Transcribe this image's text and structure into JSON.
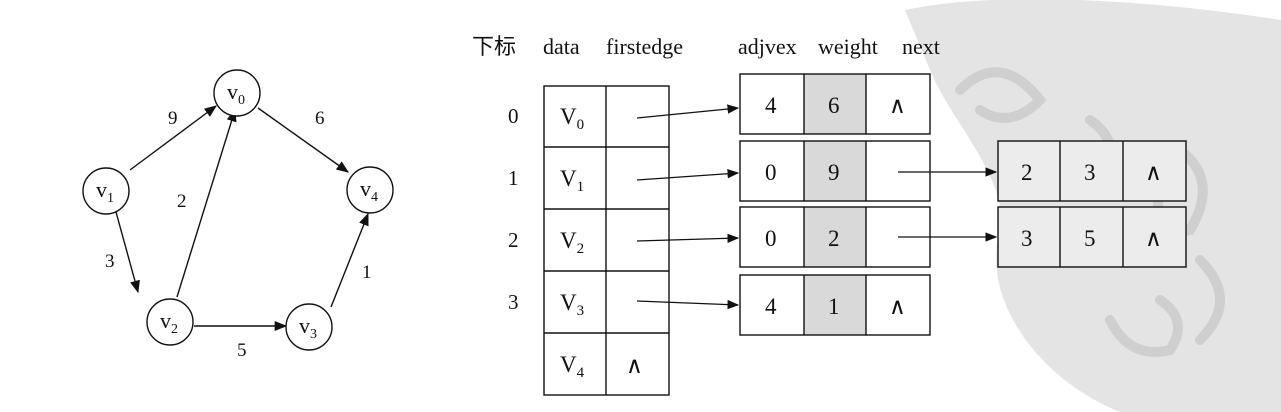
{
  "headers": {
    "index": "下标",
    "data": "data",
    "firstedge": "firstedge",
    "adjvex": "adjvex",
    "weight": "weight",
    "next": "next"
  },
  "graph": {
    "vertices": [
      {
        "id": "v0",
        "label": "v",
        "sub": "0"
      },
      {
        "id": "v1",
        "label": "v",
        "sub": "1"
      },
      {
        "id": "v2",
        "label": "v",
        "sub": "2"
      },
      {
        "id": "v3",
        "label": "v",
        "sub": "3"
      },
      {
        "id": "v4",
        "label": "v",
        "sub": "4"
      }
    ],
    "edges": [
      {
        "from": "v1",
        "to": "v0",
        "weight": "9"
      },
      {
        "from": "v0",
        "to": "v4",
        "weight": "6"
      },
      {
        "from": "v1",
        "to": "v2",
        "weight": "3"
      },
      {
        "from": "v2",
        "to": "v0",
        "weight": "2"
      },
      {
        "from": "v2",
        "to": "v3",
        "weight": "5"
      },
      {
        "from": "v3",
        "to": "v4",
        "weight": "1"
      }
    ]
  },
  "vertex_table": [
    {
      "index": "0",
      "data": "V",
      "sub": "0",
      "firstedge": ""
    },
    {
      "index": "1",
      "data": "V",
      "sub": "1",
      "firstedge": ""
    },
    {
      "index": "2",
      "data": "V",
      "sub": "2",
      "firstedge": ""
    },
    {
      "index": "3",
      "data": "V",
      "sub": "3",
      "firstedge": ""
    },
    {
      "index": "",
      "data": "V",
      "sub": "4",
      "firstedge": "∧"
    }
  ],
  "edge_lists": [
    [
      {
        "adjvex": "4",
        "weight": "6",
        "next": "∧"
      }
    ],
    [
      {
        "adjvex": "0",
        "weight": "9",
        "next": ""
      },
      {
        "adjvex": "2",
        "weight": "3",
        "next": "∧"
      }
    ],
    [
      {
        "adjvex": "0",
        "weight": "2",
        "next": ""
      },
      {
        "adjvex": "3",
        "weight": "5",
        "next": "∧"
      }
    ],
    [
      {
        "adjvex": "4",
        "weight": "1",
        "next": "∧"
      }
    ]
  ],
  "colors": {
    "line": "#111111",
    "weight_fill": "#d9d9d9",
    "node_fill": "#ffffff",
    "watermark": "#d4d4d4"
  }
}
